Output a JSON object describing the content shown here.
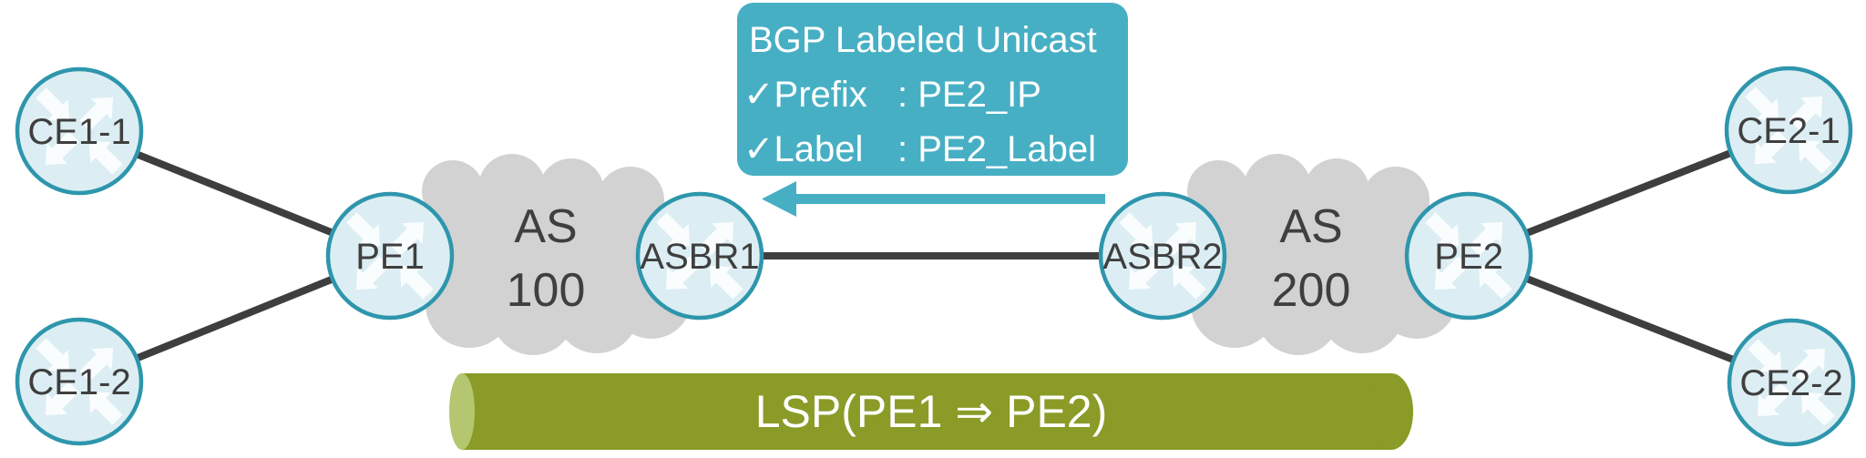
{
  "callout": {
    "title": "BGP Labeled Unicast",
    "rows": [
      {
        "name": "✓Prefix",
        "value": ": PE2_IP"
      },
      {
        "name": "✓Label",
        "value": ": PE2_Label"
      }
    ]
  },
  "nodes": [
    {
      "label": "CE1-1"
    },
    {
      "label": "CE1-2"
    },
    {
      "label": "PE1"
    },
    {
      "label": "ASBR1"
    },
    {
      "label": "ASBR2"
    },
    {
      "label": "PE2"
    },
    {
      "label": "CE2-1"
    },
    {
      "label": "CE2-2"
    }
  ],
  "clouds": [
    {
      "line1": "AS",
      "line2": "100"
    },
    {
      "line1": "AS",
      "line2": "200"
    }
  ],
  "lsp": {
    "label": "LSP(PE1 ⇒ PE2)"
  },
  "colors": {
    "callout_bg": "#47AFC4",
    "arrow": "#47AFC4",
    "node_fill": "#DCEEF3",
    "node_border": "#2E96AC",
    "cloud": "#D2D2D2",
    "link": "#3E3E3E",
    "dark_text": "#3F3F3F",
    "lsp_body": "#8A9B27",
    "lsp_cap": "#B5C671",
    "light_text": "#FFFFFF"
  }
}
